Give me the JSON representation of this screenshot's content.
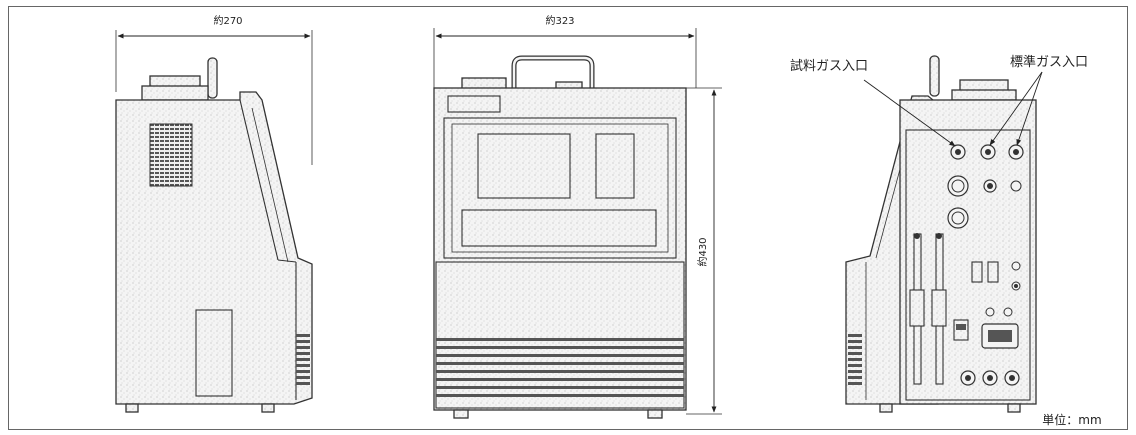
{
  "dimensions": {
    "side_width": "約270",
    "front_width": "約323",
    "front_height": "約430"
  },
  "callouts": {
    "sample_gas_inlet": "試料ガス入口",
    "standard_gas_inlet": "標準ガス入口"
  },
  "unit_label": "単位：mm",
  "colors": {
    "line": "#333333",
    "background": "#ffffff"
  }
}
